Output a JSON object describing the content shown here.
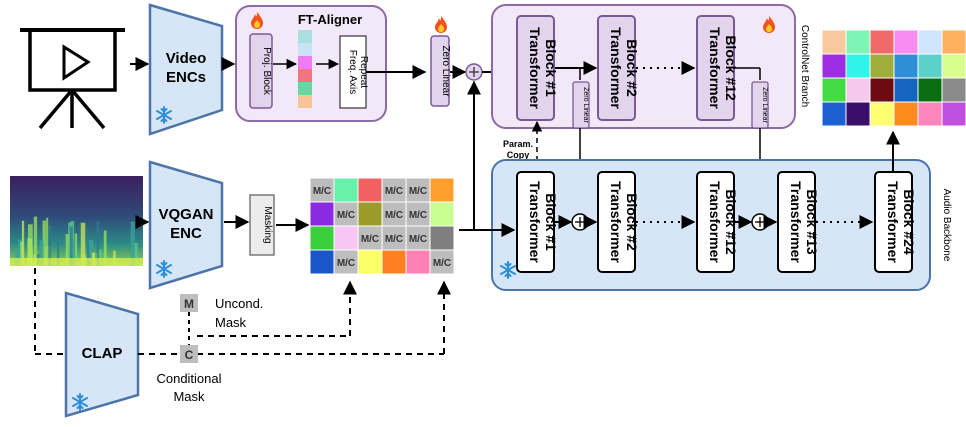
{
  "video_encoder": {
    "line1": "Video",
    "line2": "ENCs"
  },
  "vqgan_encoder": {
    "line1": "VQGAN",
    "line2": "ENC"
  },
  "clap_encoder": {
    "label": "CLAP"
  },
  "ft_aligner": {
    "title": "FT-Aligner",
    "proj_block": "Proj. Block",
    "freq_repeat_line1": "Freq. Axis",
    "freq_repeat_line2": "Repeat",
    "column_colors": [
      "#a8e0e0",
      "#c9e3f6",
      "#f07bf0",
      "#f2747e",
      "#69d6a2",
      "#f7c496"
    ]
  },
  "zero_linear": "Zero Linear",
  "controlnet_branch": {
    "label": "ControlNet Branch",
    "blocks": [
      {
        "line1": "Transformer",
        "line2": "Block #1"
      },
      {
        "line1": "Transformer",
        "line2": "Block #2"
      },
      {
        "line1": "Transformer",
        "line2": "Block #12"
      }
    ]
  },
  "audio_backbone": {
    "label": "Audio Backbone",
    "blocks": [
      {
        "line1": "Transformer",
        "line2": "Block #1"
      },
      {
        "line1": "Transformer",
        "line2": "Block #2"
      },
      {
        "line1": "Transformer",
        "line2": "Block #12"
      },
      {
        "line1": "Transformer",
        "line2": "Block #13"
      },
      {
        "line1": "Transformer",
        "line2": "Block #24"
      }
    ]
  },
  "param_copy": {
    "line1": "Param.",
    "line2": "Copy"
  },
  "masking": "Masking",
  "mask_token": "M/C",
  "masked_grid": [
    [
      "M/C",
      "#66f2a8",
      "#f06262",
      "M/C",
      "M/C",
      "#ff9f2e"
    ],
    [
      "#8a2be2",
      "M/C",
      "#9b9b2a",
      "M/C",
      "M/C",
      "#c8ff90"
    ],
    [
      "#3ccf3c",
      "#f7c6f2",
      "M/C",
      "M/C",
      "M/C",
      "#7f7f7f"
    ],
    [
      "#1a56c9",
      "M/C",
      "#ffff66",
      "#ff8020",
      "#ff80b4",
      "M/C"
    ]
  ],
  "output_grid": [
    [
      "#f8c89e",
      "#7ef5b4",
      "#f06a6a",
      "#f78cf0",
      "#cfe4ff",
      "#ffb061"
    ],
    [
      "#9e2ce0",
      "#2ff5e8",
      "#9fad3a",
      "#2e8fd6",
      "#5bd1c9",
      "#d8ff8e"
    ],
    [
      "#42dc42",
      "#f7c8ee",
      "#6e0a12",
      "#1565c0",
      "#0a6e10",
      "#8a8a8a"
    ],
    [
      "#1e5fd4",
      "#3a0e6a",
      "#ffff70",
      "#ff8a1e",
      "#ff86bc",
      "#c050e0"
    ]
  ],
  "uncond_mask": {
    "token": "M",
    "line1": "Uncond.",
    "line2": "Mask"
  },
  "conditional_mask": {
    "token": "C",
    "line1": "Conditional",
    "line2": "Mask"
  }
}
